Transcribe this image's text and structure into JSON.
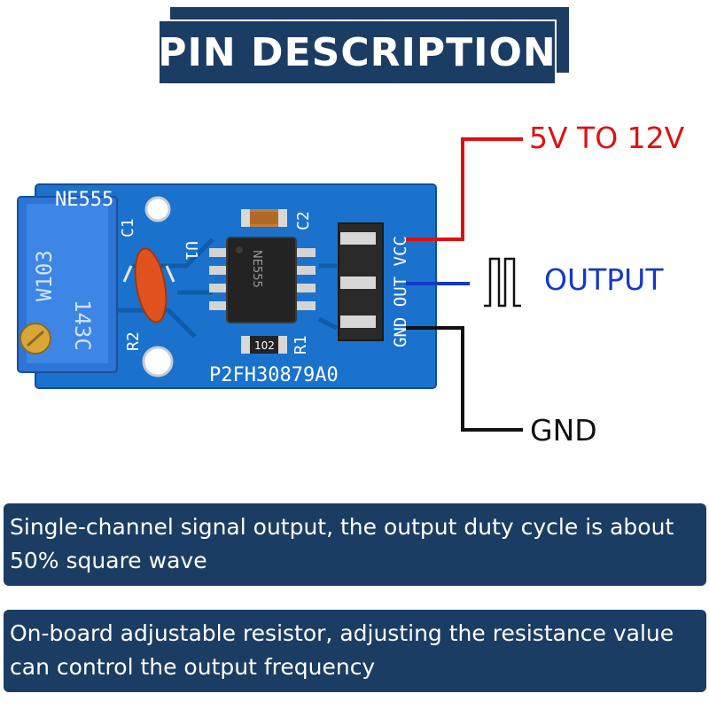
{
  "title": "PIN DESCRIPTION",
  "board": {
    "chip_label": "NE555",
    "ic_marking": "NE555",
    "pot_text_1": "W103",
    "pot_text_2": "143C",
    "c1_label": "C1",
    "c2_label": "C2",
    "u1_label": "U1",
    "r1_label": "R1",
    "r2_label": "R2",
    "resistor_marking": "102",
    "pin_labels": "GND OUT VCC",
    "serial": "P2FH30879A0"
  },
  "callouts": {
    "vcc": "5V TO 12V",
    "output": "OUTPUT",
    "gnd": "GND"
  },
  "descriptions": [
    {
      "line1": "Single-channel signal output, the output duty cycle is about",
      "line2": "50% square wave"
    },
    {
      "line1": "On-board adjustable resistor, adjusting the resistance value",
      "line2": "can control the output frequency"
    }
  ],
  "colors": {
    "navy": "#1c3d63",
    "board_blue": "#1a72cc",
    "vcc_red": "#e01010",
    "output_blue": "#1438c8",
    "gnd_black": "#111111"
  }
}
